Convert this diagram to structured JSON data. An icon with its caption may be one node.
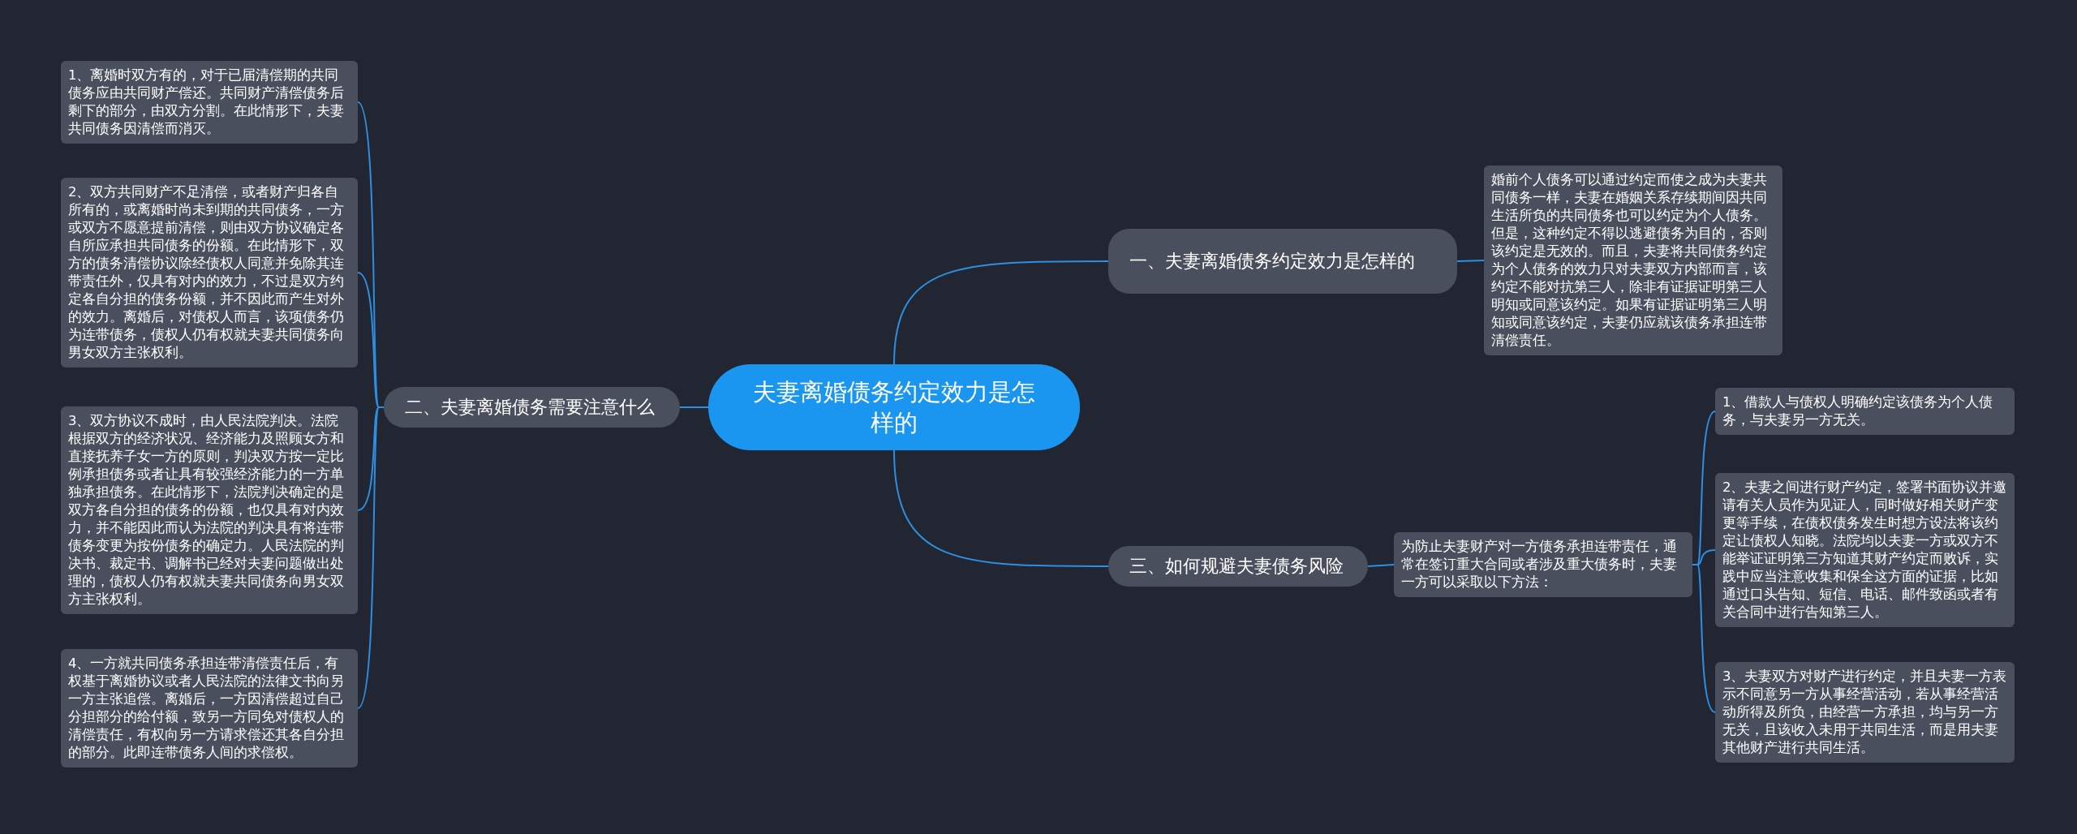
{
  "diagram": {
    "nodes": [
      {
        "text": [
          "夫妻离婚债务约定效力是怎样的"
        ]
      },
      {
        "text": [
          "一、夫妻离婚债务约定效力是怎样的"
        ]
      },
      {
        "text": [
          "婚前个人债务可以通过约定而使之成为夫妻共同债务一样，夫妻在婚姻关系存续期间因共同生活所负的共同债务也可以约定为个人债务。但是，这种约定不得以逃避债务为目的，否则该约定是无效的。而且，夫妻将共同债务约定为个人债务的效力只对夫妻双方内部而言，该约定不能对抗第三人，除非有证据证明第三人明知或同意该约定。如果有证据证明第三人明知或同意该约定，夫妻仍应就该债务承担连带清偿责任。"
        ]
      },
      {
        "text": [
          "二、夫妻离婚债务需要注意什么"
        ]
      },
      {
        "text": [
          "1、离婚时双方有的，对于已届清偿期的共同债务应由共同财产偿还。共同财产清偿债务后剩下的部分，由双方分割。在此情形下，夫妻共同债务因清偿而消灭。"
        ]
      },
      {
        "text": [
          "2、双方共同财产不足清偿，或者财产归各自所有的，或离婚时尚未到期的共同债务，一方或双方不愿意提前清偿，则由双方协议确定各自所应承担共同债务的份额。在此情形下，双方的债务清偿协议除经债权人同意并免除其连带责任外，仅具有对内的效力，不过是双方约定各自分担的债务份额，并不因此而产生对外的效力。离婚后，对债权人而言，该项债务仍为连带债务，债权人仍有权就夫妻共同债务向男女双方主张权利。"
        ]
      },
      {
        "text": [
          "3、双方协议不成时，由人民法院判决。法院根据双方的经济状况、经济能力及照顾女方和直接抚养子女一方的原则，判决双方按一定比例承担债务或者让具有较强经济能力的一方单独承担债务。在此情形下，法院判决确定的是双方各自分担的债务的份额，也仅具有对内效力，并不能因此而认为法院的判决具有将连带债务变更为按份债务的确定力。人民法院的判决书、裁定书、调解书已经对夫妻问题做出处理的，债权人仍有权就夫妻共同债务向男女双方主张权利。"
        ]
      },
      {
        "text": [
          "4、一方就共同债务承担连带清偿责任后，有权基于离婚协议或者人民法院的法律文书向另一方主张追偿。离婚后，一方因清偿超过自己分担部分的给付额，致另一方同免对债权人的清偿责任，有权向另一方请求偿还其各自分担的部分。此即连带债务人间的求偿权。"
        ]
      },
      {
        "text": [
          "三、如何规避夫妻债务风险"
        ]
      },
      {
        "text": [
          "为防止夫妻财产对一方债务承担连带责任，通常在签订重大合同或者涉及重大债务时，夫妻一方可以采取以下方法："
        ]
      },
      {
        "text": [
          "1、借款人与债权人明确约定该债务为个人债务，与夫妻另一方无关。"
        ]
      },
      {
        "text": [
          "2、夫妻之间进行财产约定，签署书面协议并邀请有关人员作为见证人，同时做好相关财产变更等手续，在债权债务发生时想方设法将该约定让债权人知晓。法院均以夫妻一方或双方不能举证证明第三方知道其财产约定而败诉，实践中应当注意收集和保全这方面的证据，比如通过口头告知、短信、电话、邮件致函或者有关合同中进行告知第三人。"
        ]
      },
      {
        "text": [
          "3、夫妻双方对财产进行约定，并且夫妻一方表示不同意另一方从事经营活动，若从事经营活动所得及所负，由经营一方承担，均与另一方无关，且该收入未用于共同生活，而是用夫妻其他财产进行共同生活。"
        ]
      }
    ],
    "edges": [
      {
        "from": 0,
        "to": 1,
        "arrow": "none"
      },
      {
        "from": 1,
        "to": 2,
        "arrow": "none"
      },
      {
        "from": 0,
        "to": 3,
        "arrow": "none"
      },
      {
        "from": 3,
        "to": 4,
        "arrow": "none"
      },
      {
        "from": 3,
        "to": 5,
        "arrow": "none"
      },
      {
        "from": 3,
        "to": 6,
        "arrow": "none"
      },
      {
        "from": 3,
        "to": 7,
        "arrow": "none"
      },
      {
        "from": 0,
        "to": 8,
        "arrow": "none"
      },
      {
        "from": 8,
        "to": 9,
        "arrow": "none"
      },
      {
        "from": 9,
        "to": 10,
        "arrow": "none"
      },
      {
        "from": 9,
        "to": 11,
        "arrow": "none"
      },
      {
        "from": 9,
        "to": 12,
        "arrow": "none"
      }
    ]
  }
}
